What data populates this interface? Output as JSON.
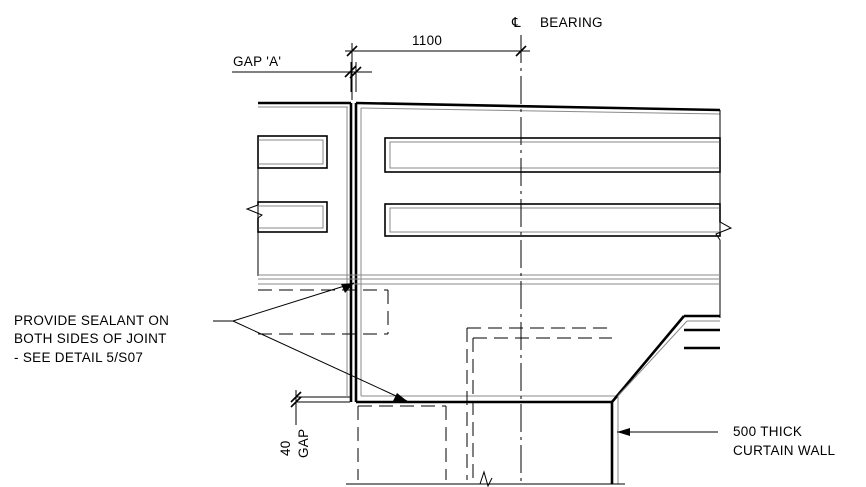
{
  "labels": {
    "bearing": "BEARING",
    "centerline_symbol": "℄",
    "dimension_1100": "1100",
    "gap_a": "GAP 'A'",
    "sealant_line1": "PROVIDE SEALANT ON",
    "sealant_line2": "BOTH SIDES OF JOINT",
    "sealant_line3": "- SEE DETAIL 5/S07",
    "gap_40_value": "40",
    "gap_40_word": "GAP",
    "wall_line1": "500 THICK",
    "wall_line2": "CURTAIN WALL"
  }
}
